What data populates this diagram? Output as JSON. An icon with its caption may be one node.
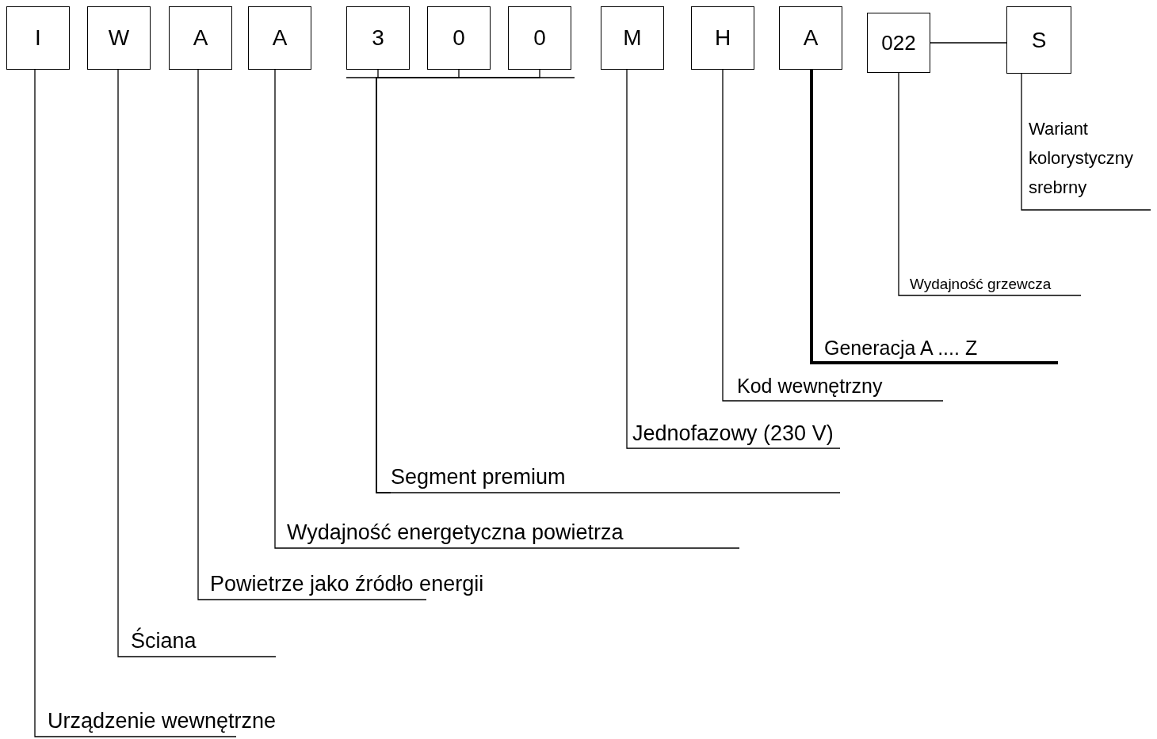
{
  "diagram": {
    "nodes": [
      {
        "text": [
          "I"
        ]
      },
      {
        "text": [
          "W"
        ]
      },
      {
        "text": [
          "A"
        ]
      },
      {
        "text": [
          "A"
        ]
      },
      {
        "text": [
          "3"
        ]
      },
      {
        "text": [
          "0"
        ]
      },
      {
        "text": [
          "0"
        ]
      },
      {
        "text": [
          "M"
        ]
      },
      {
        "text": [
          "H"
        ]
      },
      {
        "text": [
          "A"
        ]
      },
      {
        "text": [
          "022"
        ]
      },
      {
        "text": [
          "S"
        ]
      },
      {
        "text": [
          "Wariant kolorystyczny srebrny"
        ]
      },
      {
        "text": [
          "Wydajność grzewcza"
        ]
      },
      {
        "text": [
          "Generacja A .... Z"
        ]
      },
      {
        "text": [
          "Kod wewnętrzny"
        ]
      },
      {
        "text": [
          "Jednofazowy (230 V)"
        ]
      },
      {
        "text": [
          "Segment premium"
        ]
      },
      {
        "text": [
          "Wydajność energetyczna powietrza"
        ]
      },
      {
        "text": [
          "Powietrze jako źródło energii"
        ]
      },
      {
        "text": [
          "Ściana"
        ]
      },
      {
        "text": [
          "Urządzenie wewnętrzne"
        ]
      }
    ],
    "edges": [
      {
        "from": 0,
        "to": 21,
        "arrow": "none"
      },
      {
        "from": 1,
        "to": 20,
        "arrow": "none"
      },
      {
        "from": 2,
        "to": 19,
        "arrow": "none"
      },
      {
        "from": 3,
        "to": 18,
        "arrow": "none"
      },
      {
        "from": 4,
        "to": 17,
        "arrow": "none"
      },
      {
        "from": 5,
        "to": 17,
        "arrow": "none"
      },
      {
        "from": 6,
        "to": 17,
        "arrow": "none"
      },
      {
        "from": 7,
        "to": 16,
        "arrow": "none"
      },
      {
        "from": 8,
        "to": 15,
        "arrow": "none"
      },
      {
        "from": 9,
        "to": 14,
        "arrow": "none",
        "style": "thick"
      },
      {
        "from": 10,
        "to": 13,
        "arrow": "none"
      },
      {
        "from": 11,
        "to": 12,
        "arrow": "none"
      },
      {
        "from": 10,
        "to": 11,
        "arrow": "none"
      }
    ]
  }
}
